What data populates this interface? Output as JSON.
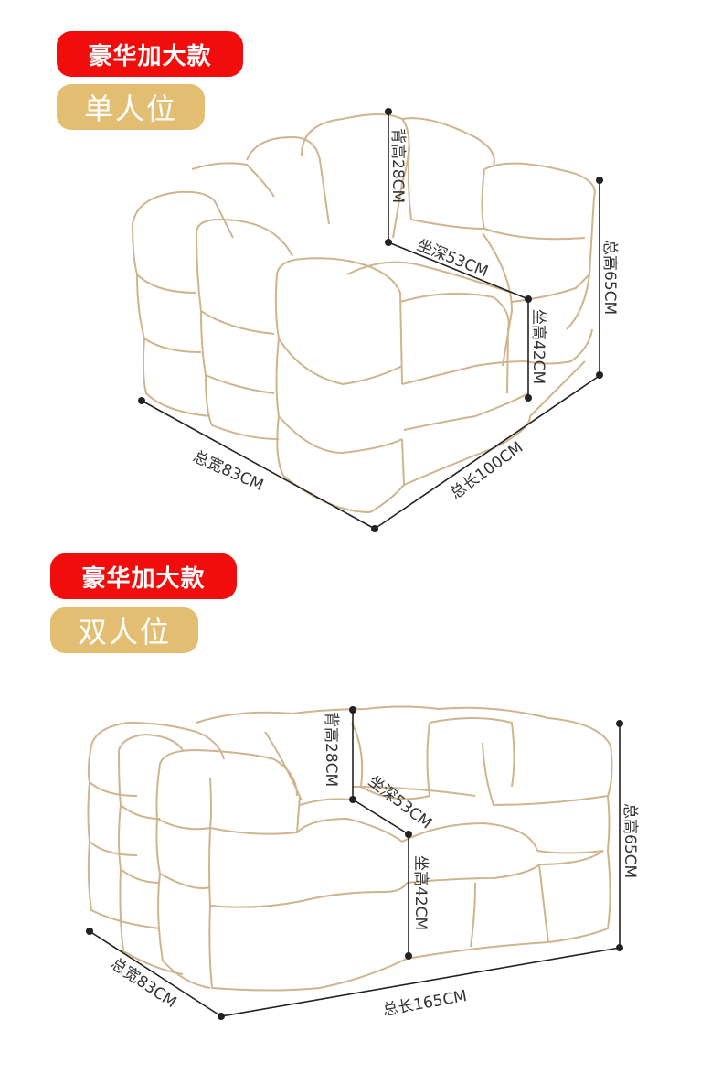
{
  "section1": {
    "badge_primary": "豪华加大款",
    "badge_secondary": "单人位",
    "dims": {
      "back_height": "背高28CM",
      "seat_depth": "坐深53CM",
      "seat_height": "坐高42CM",
      "total_height": "总高65CM",
      "total_width": "总宽83CM",
      "total_length": "总长100CM"
    }
  },
  "section2": {
    "badge_primary": "豪华加大款",
    "badge_secondary": "双人位",
    "dims": {
      "back_height": "背高28CM",
      "seat_depth": "坐深53CM",
      "seat_height": "坐高42CM",
      "total_height": "总高65CM",
      "total_width": "总宽83CM",
      "total_length": "总长165CM"
    }
  },
  "colors": {
    "badge_red": "#f20d0d",
    "badge_tan": "#e3be72",
    "outline": "#cfb48e"
  }
}
